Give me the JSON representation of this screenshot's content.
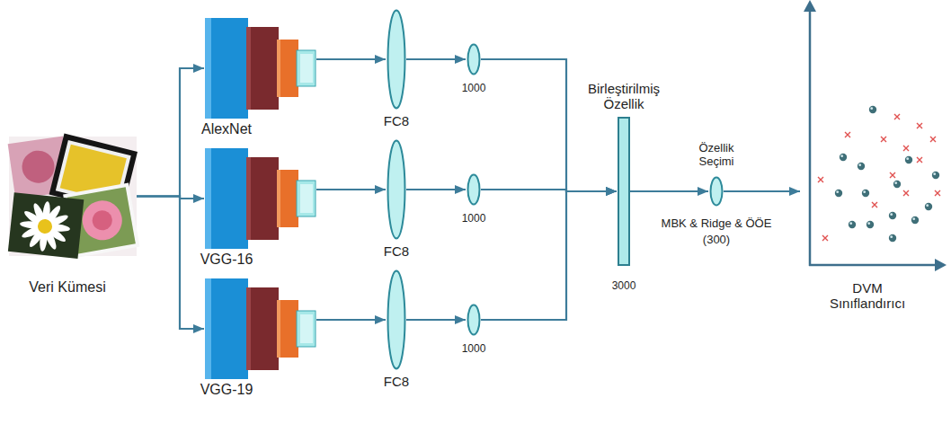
{
  "diagram": {
    "nodes": [
      {
        "text": [
          "Veri Kümesi"
        ]
      },
      {
        "text": [
          "AlexNet"
        ]
      },
      {
        "text": [
          "VGG-16"
        ]
      },
      {
        "text": [
          "VGG-19"
        ]
      },
      {
        "text": [
          "FC8"
        ]
      },
      {
        "text": [
          "FC8"
        ]
      },
      {
        "text": [
          "FC8"
        ]
      },
      {
        "text": [
          "1000"
        ]
      },
      {
        "text": [
          "1000"
        ]
      },
      {
        "text": [
          "1000"
        ]
      },
      {
        "text": [
          "Birleştirilmiş Özellik",
          "3000"
        ]
      },
      {
        "text": [
          "Özellik Seçimi",
          "MBK & Ridge & ÖÖE",
          "(300)"
        ]
      },
      {
        "text": [
          "DVM Sınıflandırıcı"
        ]
      }
    ],
    "edges": [
      {
        "from": 0,
        "to": 1,
        "arrow": "to"
      },
      {
        "from": 0,
        "to": 2,
        "arrow": "to"
      },
      {
        "from": 0,
        "to": 3,
        "arrow": "to"
      },
      {
        "from": 1,
        "to": 4,
        "arrow": "to"
      },
      {
        "from": 2,
        "to": 5,
        "arrow": "to"
      },
      {
        "from": 3,
        "to": 6,
        "arrow": "to"
      },
      {
        "from": 4,
        "to": 7,
        "arrow": "to"
      },
      {
        "from": 5,
        "to": 8,
        "arrow": "to"
      },
      {
        "from": 6,
        "to": 9,
        "arrow": "to"
      },
      {
        "from": 7,
        "to": 10,
        "arrow": "to"
      },
      {
        "from": 8,
        "to": 10,
        "arrow": "to"
      },
      {
        "from": 9,
        "to": 10,
        "arrow": "to"
      },
      {
        "from": 10,
        "to": 11,
        "arrow": "to"
      },
      {
        "from": 11,
        "to": 12,
        "arrow": "to"
      }
    ]
  }
}
